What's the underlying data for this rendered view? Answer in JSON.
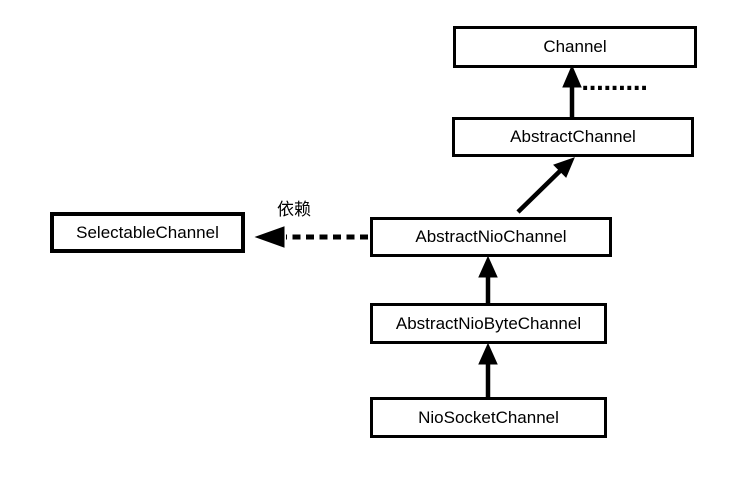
{
  "diagram": {
    "nodes": [
      {
        "id": "channel",
        "label": "Channel"
      },
      {
        "id": "abstract-channel",
        "label": "AbstractChannel"
      },
      {
        "id": "abstract-nio-channel",
        "label": "AbstractNioChannel"
      },
      {
        "id": "abstract-nio-byte-channel",
        "label": "AbstractNioByteChannel"
      },
      {
        "id": "nio-socket-channel",
        "label": "NioSocketChannel"
      },
      {
        "id": "selectable-channel",
        "label": "SelectableChannel"
      }
    ],
    "edges": [
      {
        "from": "AbstractChannel",
        "to": "Channel",
        "type": "inheritance-solid-arrow"
      },
      {
        "from": "AbstractNioChannel",
        "to": "AbstractChannel",
        "type": "inheritance-solid-arrow"
      },
      {
        "from": "AbstractNioByteChannel",
        "to": "AbstractNioChannel",
        "type": "inheritance-solid-arrow"
      },
      {
        "from": "NioSocketChannel",
        "to": "AbstractNioByteChannel",
        "type": "inheritance-solid-arrow"
      },
      {
        "from": "AbstractNioChannel",
        "to": "SelectableChannel",
        "type": "dependency-dashed-arrow",
        "label": "依赖"
      }
    ],
    "dependency_label": "依赖",
    "ellipsis_dots": ".........",
    "colors": {
      "line": "#000000",
      "background": "#ffffff",
      "node_fill": "#ffffff",
      "text": "#000000"
    }
  }
}
